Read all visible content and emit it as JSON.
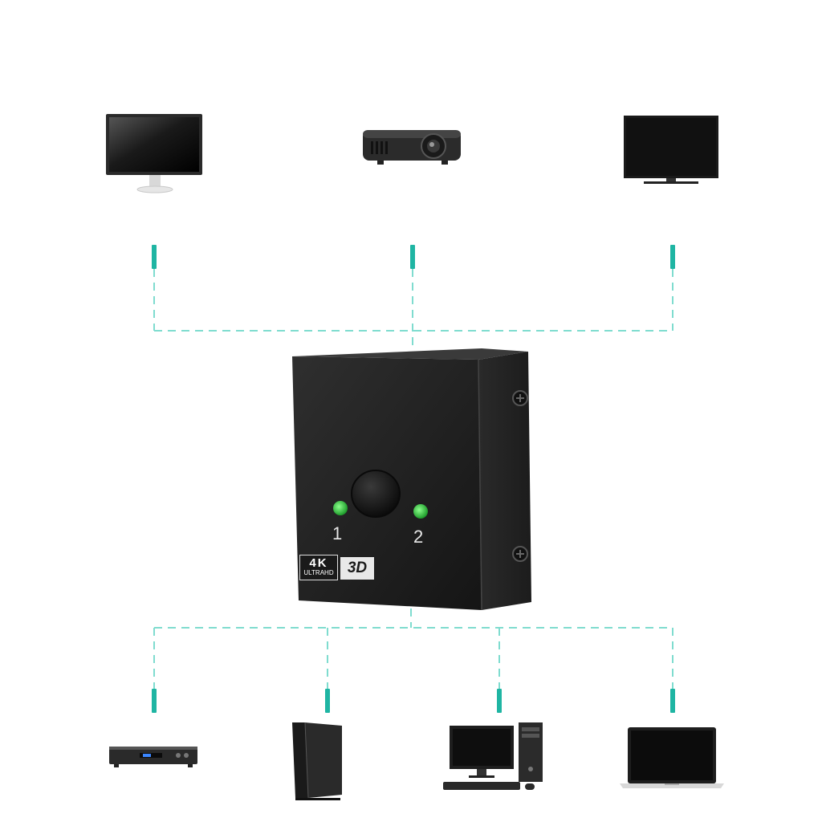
{
  "switch": {
    "port1_label": "1",
    "port2_label": "2",
    "badge_4k_main": "4K",
    "badge_4k_sub": "ULTRAHD",
    "badge_3d": "3D"
  },
  "colors": {
    "connector_line": "#5fd3c4",
    "connector_plug": "#1fb5a3",
    "led": "#2fd94a",
    "device_body": "#1e1e1e",
    "background": "#ffffff"
  },
  "devices": {
    "outputs": [
      "monitor-icon",
      "projector-icon",
      "tv-icon"
    ],
    "inputs": [
      "media-player-icon",
      "game-console-icon",
      "desktop-pc-icon",
      "laptop-icon"
    ]
  }
}
